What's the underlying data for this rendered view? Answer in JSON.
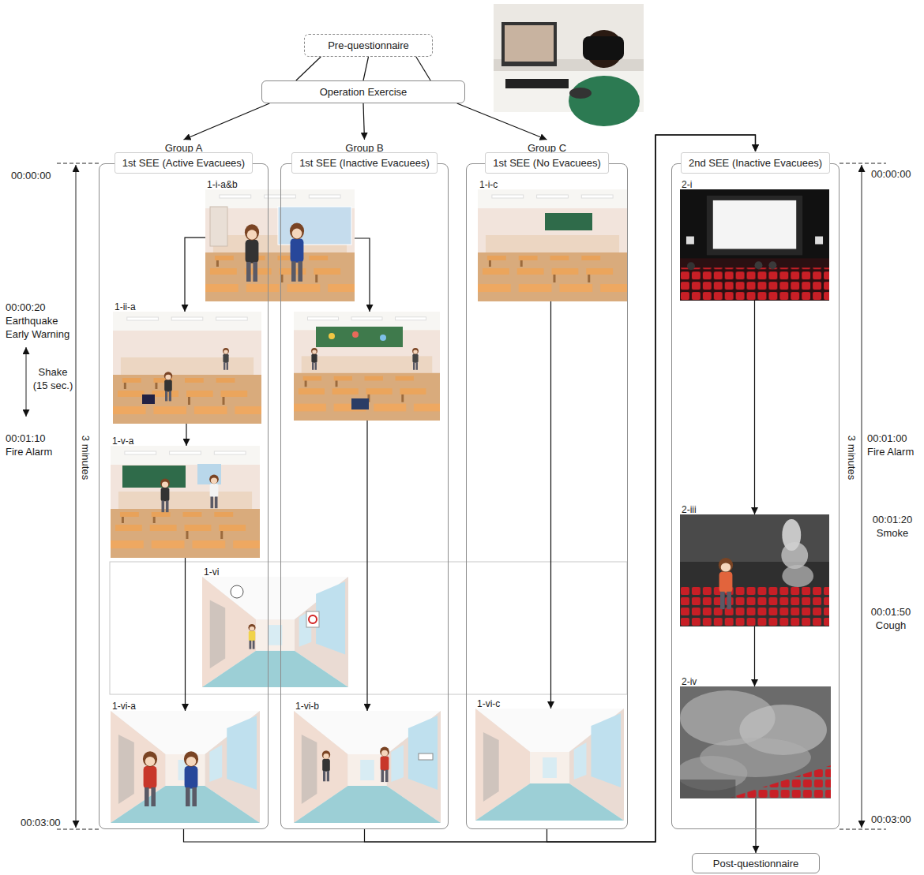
{
  "diagram": {
    "nodes": [
      {
        "text": [
          "Pre-questionnaire"
        ]
      },
      {
        "text": [
          "Operation Exercise"
        ]
      },
      {
        "text": [
          "Group A",
          "1st SEE (Active Evacuees)"
        ]
      },
      {
        "text": [
          "Group B",
          "1st SEE (Inactive Evacuees)"
        ]
      },
      {
        "text": [
          "Group C",
          "1st SEE (No Evacuees)"
        ]
      },
      {
        "text": [
          "2nd SEE (Inactive Evacuees)"
        ]
      },
      {
        "text": [
          "1-i-a&b"
        ]
      },
      {
        "text": [
          "1-ii-a"
        ],
        "in": 2
      },
      {
        "text": [
          "1-v-a"
        ],
        "in": 2
      },
      {
        "text": [
          "1-vi"
        ]
      },
      {
        "text": [
          "1-vi-a"
        ],
        "in": 2
      },
      {
        "text": [
          "1-vi-b"
        ],
        "in": 3
      },
      {
        "text": [
          "1-i-c"
        ],
        "in": 4
      },
      {
        "text": [
          "1-vi-c"
        ],
        "in": 4
      },
      {
        "text": [
          "2-i"
        ],
        "in": 5
      },
      {
        "text": [
          "2-iii"
        ],
        "in": 5
      },
      {
        "text": [
          "2-iv"
        ],
        "in": 5
      },
      {
        "text": [
          "Post-questionnaire"
        ]
      }
    ],
    "edges": [
      {
        "from": 0,
        "to": 1,
        "arrow": "none"
      },
      {
        "from": 0,
        "to": 1,
        "arrow": "none"
      },
      {
        "from": 0,
        "to": 1,
        "arrow": "none"
      },
      {
        "from": 1,
        "to": 2,
        "arrow": "to"
      },
      {
        "from": 1,
        "to": 3,
        "arrow": "to"
      },
      {
        "from": 1,
        "to": 4,
        "arrow": "to"
      },
      {
        "from": 6,
        "to": 7,
        "arrow": "to"
      },
      {
        "from": 7,
        "to": 8,
        "arrow": "to"
      },
      {
        "from": 8,
        "to": 10,
        "arrow": "to"
      },
      {
        "from": 12,
        "to": 13,
        "arrow": "to"
      },
      {
        "from": 14,
        "to": 15,
        "arrow": "to"
      },
      {
        "from": 15,
        "to": 16,
        "arrow": "to"
      },
      {
        "from": 16,
        "to": 17,
        "arrow": "to"
      },
      {
        "from": 2,
        "to": 5,
        "arrow": "to"
      },
      {
        "from": 3,
        "to": 5,
        "arrow": "to"
      },
      {
        "from": 4,
        "to": 5,
        "arrow": "to"
      }
    ],
    "labels": [
      "00:00:00",
      "00:00:20 Earthquake Early Warning",
      "Shake (15 sec.)",
      "00:01:10 Fire Alarm",
      "3 minutes",
      "00:03:00",
      "00:00:00",
      "00:01:00 Fire Alarm",
      "00:01:20 Smoke",
      "00:01:50 Cough",
      "3 minutes",
      "00:03:00"
    ]
  }
}
